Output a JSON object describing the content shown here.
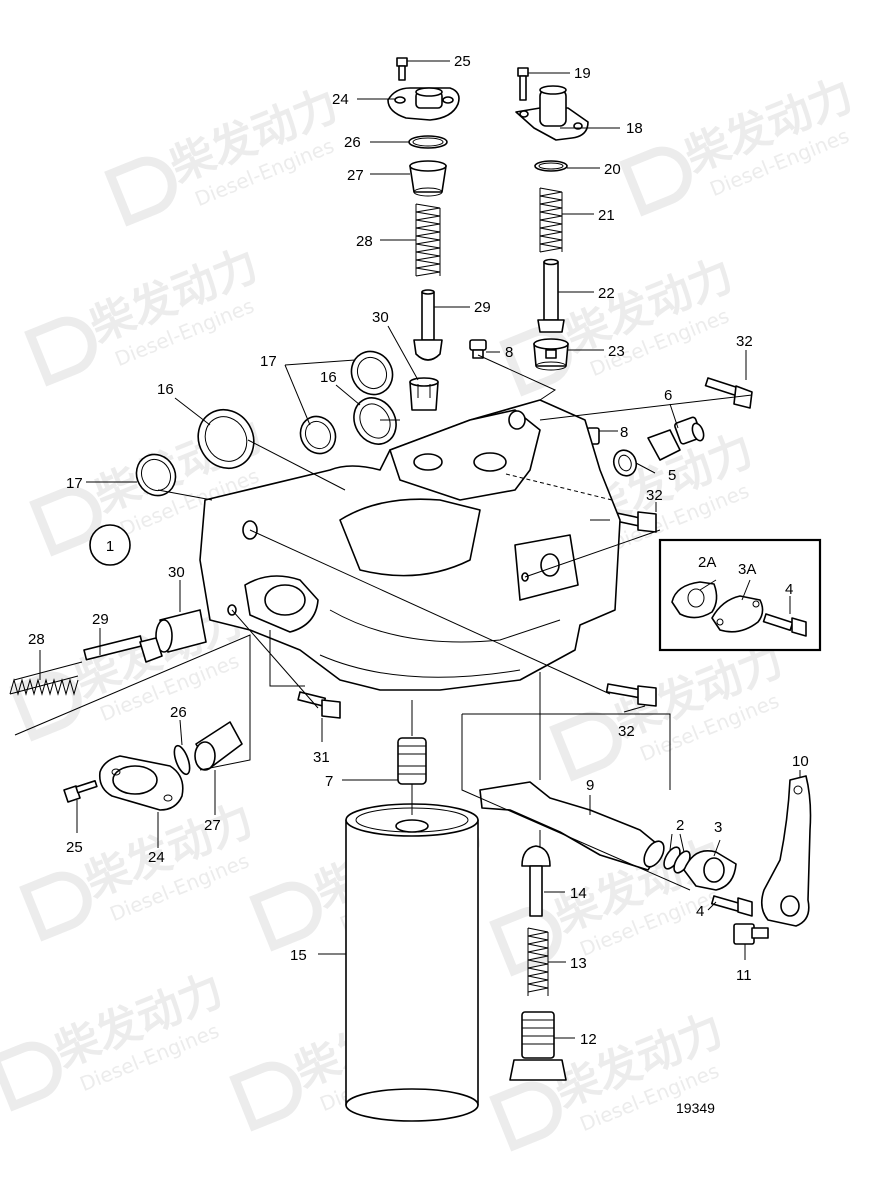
{
  "figure_marker": "1",
  "figure_number": "19349",
  "watermark": {
    "cn": "柴发动力",
    "en": "Diesel-Engines"
  },
  "labels": {
    "l2": "2",
    "l2a": "2A",
    "l3": "3",
    "l3a": "3A",
    "l4": "4",
    "l5": "5",
    "l6": "6",
    "l7": "7",
    "l8": "8",
    "l9": "9",
    "l10": "10",
    "l11": "11",
    "l12": "12",
    "l13": "13",
    "l14": "14",
    "l15": "15",
    "l16": "16",
    "l17": "17",
    "l18": "18",
    "l19": "19",
    "l20": "20",
    "l21": "21",
    "l22": "22",
    "l23": "23",
    "l24": "24",
    "l25": "25",
    "l26": "26",
    "l27": "27",
    "l28": "28",
    "l29": "29",
    "l30": "30",
    "l31": "31",
    "l32": "32"
  }
}
